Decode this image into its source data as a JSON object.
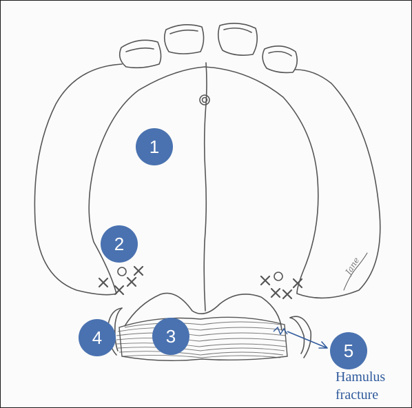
{
  "labels": [
    {
      "id": "1",
      "text": "1"
    },
    {
      "id": "2",
      "text": "2"
    },
    {
      "id": "3",
      "text": "3"
    },
    {
      "id": "4",
      "text": "4"
    },
    {
      "id": "5",
      "text": "5"
    }
  ],
  "annotation": {
    "line1": "Hamulus",
    "line2": "fracture"
  },
  "signature": "Jane",
  "colors": {
    "badge": "#4a72b0",
    "annotation": "#2f5a9c",
    "ink": "#555555"
  }
}
